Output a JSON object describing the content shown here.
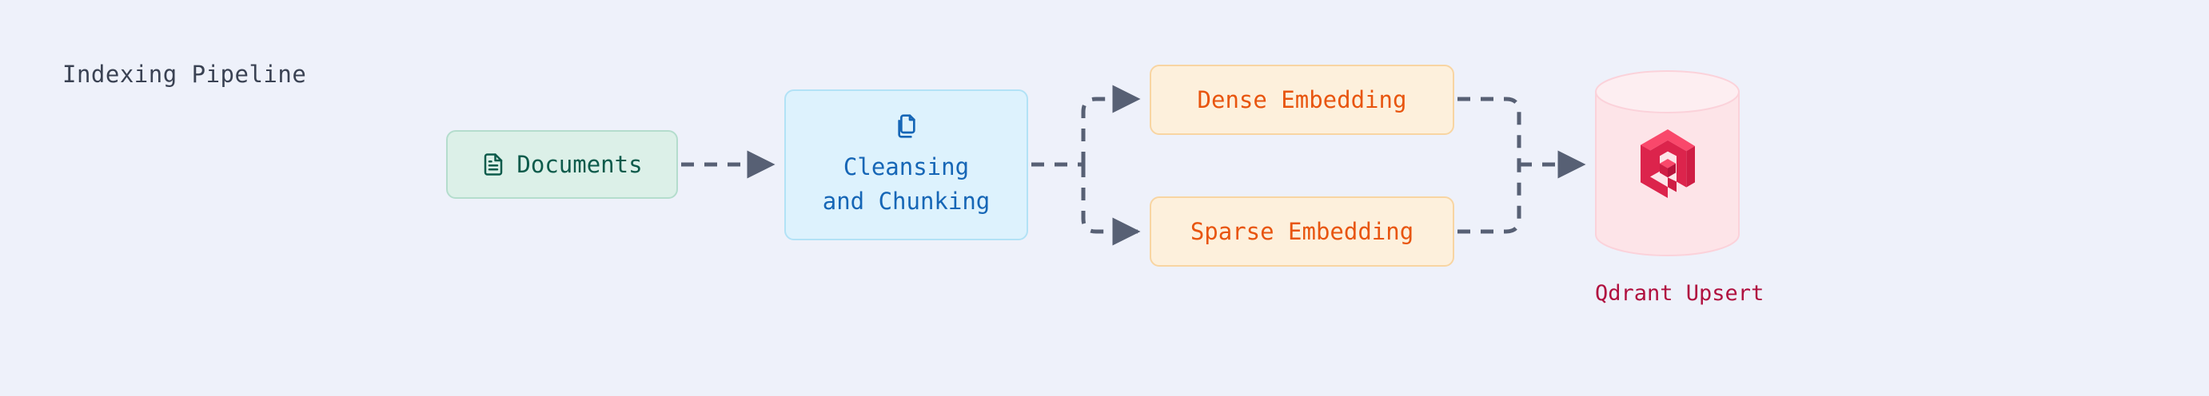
{
  "diagram": {
    "title": "Indexing Pipeline",
    "background_color": "#eef1fa",
    "title_color": "#3a4253",
    "connector_color": "#576074",
    "nodes": [
      {
        "id": "documents",
        "label": "Documents",
        "icon": "file-text-icon",
        "fill": "#dcf0e8",
        "border": "#b4ddcd",
        "text_color": "#0d5b4b"
      },
      {
        "id": "cleansing",
        "label_line1": "Cleansing",
        "label_line2": "and Chunking",
        "icon": "copy-documents-icon",
        "fill": "#ddf2fd",
        "border": "#b2e2f6",
        "text_color": "#1666b6"
      },
      {
        "id": "dense",
        "label": "Dense Embedding",
        "fill": "#fdf0dc",
        "border": "#f8d5a2",
        "text_color": "#e8550f"
      },
      {
        "id": "sparse",
        "label": "Sparse Embedding",
        "fill": "#fdf0dc",
        "border": "#f8d5a2",
        "text_color": "#e8550f"
      },
      {
        "id": "qdrant",
        "label": "Qdrant Upsert",
        "icon": "qdrant-logo-icon",
        "shape": "cylinder",
        "fill": "#fde4e8",
        "border": "#fbd0d8",
        "text_color": "#b0103f",
        "logo_colors": [
          "#f9486b",
          "#dc244c",
          "#b8143c"
        ]
      }
    ],
    "edges": [
      {
        "from": "documents",
        "to": "cleansing",
        "style": "dashed",
        "arrow": true
      },
      {
        "from": "cleansing",
        "to": "dense",
        "style": "dashed",
        "arrow": true
      },
      {
        "from": "cleansing",
        "to": "sparse",
        "style": "dashed",
        "arrow": true
      },
      {
        "from": "dense",
        "to": "qdrant",
        "style": "dashed",
        "arrow": true
      },
      {
        "from": "sparse",
        "to": "qdrant",
        "style": "dashed",
        "arrow": true
      }
    ]
  }
}
